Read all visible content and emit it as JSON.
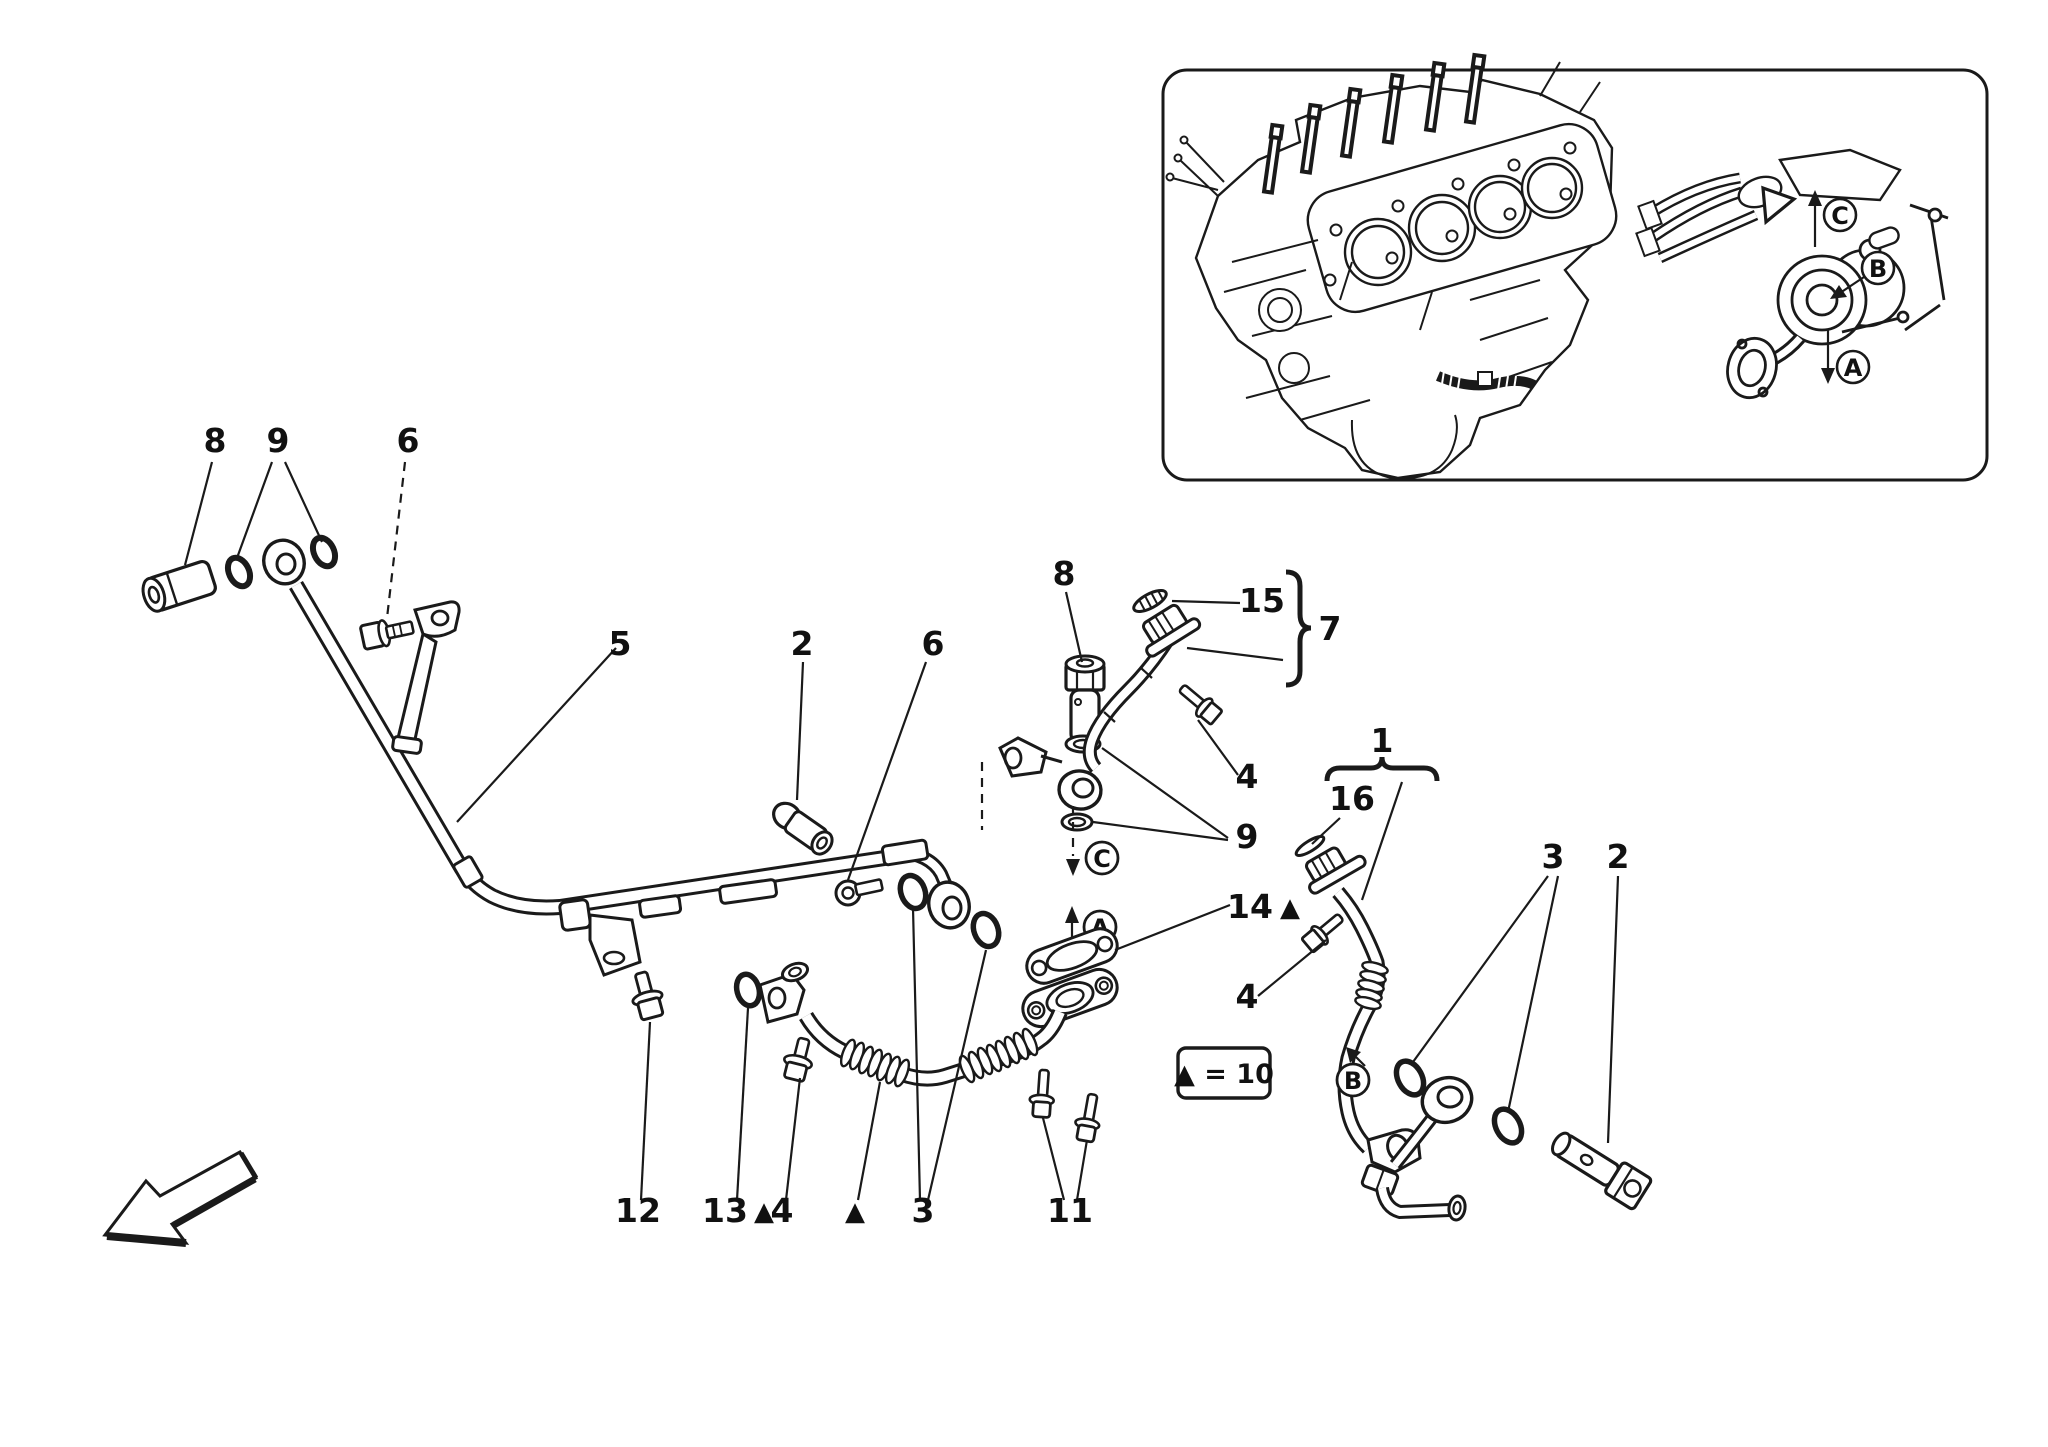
{
  "diagram": {
    "legend_text": "▲ = 10",
    "triangle": "▲",
    "views": {
      "a": "A",
      "b": "B",
      "c": "C"
    },
    "callouts": {
      "bolt8_left": "8",
      "washers9_left": "9",
      "bracket6_left": "6",
      "pipe5": "5",
      "union2": "2",
      "bolt6_mid": "6",
      "banjobolt8_mid": "8",
      "spring15": "15",
      "hose7": "7",
      "bolt4_top": "4",
      "washers9_mid": "9",
      "pipe1": "1",
      "seal16": "16",
      "gasket14": "14",
      "bolt4_right": "4",
      "orings3_right": "3",
      "banjobolt2_right": "2",
      "bolt12": "12",
      "oring13": "13",
      "bolt4_bottom": "4",
      "orings3_mid": "3",
      "bolts11": "11"
    }
  }
}
